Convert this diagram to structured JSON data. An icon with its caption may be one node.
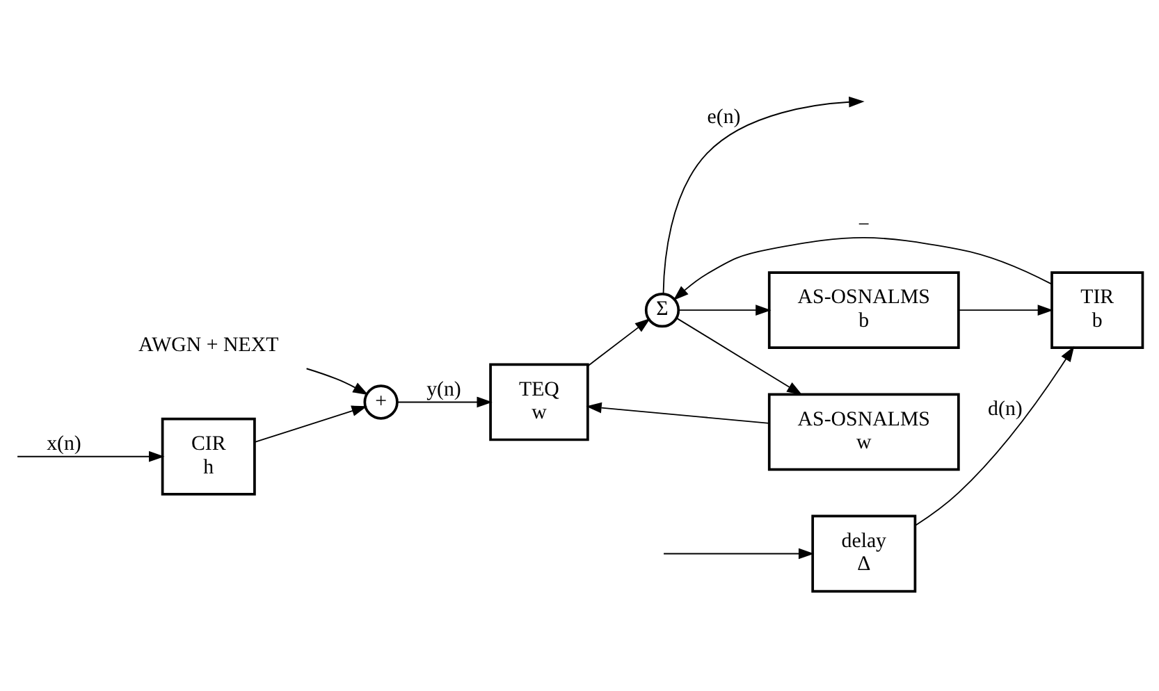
{
  "diagram": {
    "nodes": [
      {
        "text": [
          "AWGN + NEXT"
        ]
      },
      {
        "text": [
          "CIR",
          "h"
        ]
      },
      {
        "text": [
          "+"
        ]
      },
      {
        "text": [
          "TEQ",
          "w"
        ]
      },
      {
        "text": [
          "Σ"
        ]
      },
      {
        "text": [
          "delay",
          "Δ"
        ]
      },
      {
        "text": [
          "TIR",
          "b"
        ]
      },
      {
        "text": [
          "AS-OSNALMS",
          "b"
        ]
      },
      {
        "text": [
          "AS-OSNALMS",
          "w"
        ]
      }
    ],
    "edges": [
      {
        "from": null,
        "to": 1,
        "arrow": "to",
        "label": "x(n)"
      },
      {
        "from": null,
        "to": 5,
        "arrow": "to"
      },
      {
        "from": 1,
        "to": 2,
        "arrow": "to"
      },
      {
        "from": 0,
        "to": 2,
        "arrow": "to"
      },
      {
        "from": 2,
        "to": 3,
        "arrow": "to",
        "label": "y(n)"
      },
      {
        "from": 5,
        "to": 6,
        "arrow": "to",
        "label": "d(n)"
      },
      {
        "from": 3,
        "to": 4,
        "arrow": "to"
      },
      {
        "from": 6,
        "to": 4,
        "arrow": "to",
        "label": "−"
      },
      {
        "from": 4,
        "to": null,
        "arrow": "to",
        "label": "e(n)"
      },
      {
        "from": 4,
        "to": 7,
        "arrow": "to"
      },
      {
        "from": 4,
        "to": 8,
        "arrow": "to"
      },
      {
        "from": 7,
        "to": 6,
        "arrow": "to"
      },
      {
        "from": 8,
        "to": 3,
        "arrow": "to"
      }
    ]
  }
}
